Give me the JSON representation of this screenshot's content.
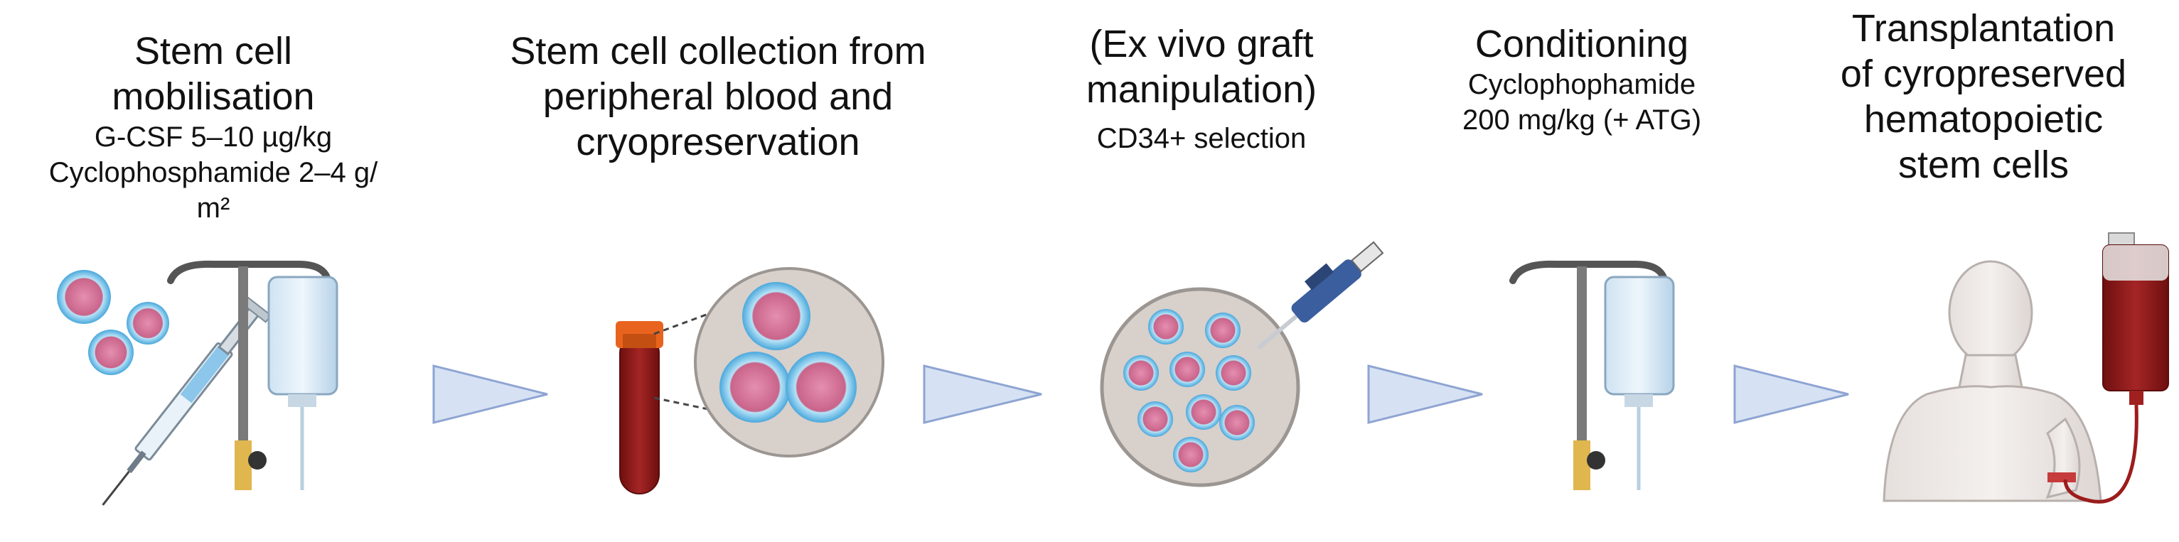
{
  "steps": [
    {
      "title_lines": [
        "Stem cell",
        "mobilisation"
      ],
      "sub_lines": [
        "G-CSF 5–10 µg/kg",
        "Cyclophosphamide 2–4 g/",
        "m²"
      ]
    },
    {
      "title_lines": [
        "Stem cell collection from",
        "peripheral blood and",
        "cryopreservation"
      ],
      "sub_lines": []
    },
    {
      "title_lines": [
        "(Ex vivo graft",
        "manipulation)"
      ],
      "sub_lines": [
        "CD34+ selection"
      ]
    },
    {
      "title_lines": [
        "Conditioning"
      ],
      "sub_lines": [
        "Cyclophophamide",
        "200 mg/kg (+ ATG)"
      ]
    },
    {
      "title_lines": [
        "Transplantation",
        "of cyropreserved",
        "hematopoietic",
        "stem cells"
      ],
      "sub_lines": []
    }
  ],
  "colors": {
    "arrow_fill": "#d6e2f3",
    "arrow_stroke": "#8ea4d2",
    "cell_pink": "#c9648a",
    "cell_blue": "#62b8e6",
    "blood": "#8b1a1a",
    "tube_cap": "#e8641e",
    "dish": "#d8d0cb",
    "pipette": "#3b5e9e"
  },
  "icons": [
    "stem-cell-icon",
    "syringe-icon",
    "iv-stand-icon",
    "iv-bag-icon",
    "blood-tube-icon",
    "magnified-cells-icon",
    "petri-dish-icon",
    "pipette-icon",
    "patient-icon",
    "blood-bag-icon",
    "process-arrow-icon"
  ]
}
